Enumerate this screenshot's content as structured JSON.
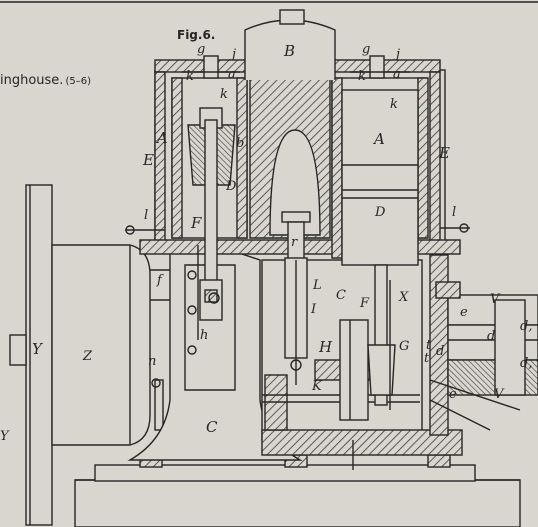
{
  "figure": {
    "label": "Fig.6."
  },
  "caption": {
    "text": "inghouse.",
    "ref": "(5–6)"
  },
  "labels": [
    {
      "id": "g-left",
      "text": "g"
    },
    {
      "id": "j-left",
      "text": "j"
    },
    {
      "id": "B",
      "text": "B"
    },
    {
      "id": "g-right",
      "text": "g"
    },
    {
      "id": "j-right",
      "text": "j"
    },
    {
      "id": "k-left-top",
      "text": "k"
    },
    {
      "id": "a-left",
      "text": "a"
    },
    {
      "id": "k-right-top",
      "text": "k"
    },
    {
      "id": "a-right",
      "text": "a"
    },
    {
      "id": "k-mid",
      "text": "k"
    },
    {
      "id": "k-right",
      "text": "k"
    },
    {
      "id": "A-left",
      "text": "A"
    },
    {
      "id": "b",
      "text": "b"
    },
    {
      "id": "A-right",
      "text": "A"
    },
    {
      "id": "E-left",
      "text": "E"
    },
    {
      "id": "E-right",
      "text": "E"
    },
    {
      "id": "D-left",
      "text": "D"
    },
    {
      "id": "D-right",
      "text": "D"
    },
    {
      "id": "F-left",
      "text": "F"
    },
    {
      "id": "r",
      "text": "r"
    },
    {
      "id": "l-left",
      "text": "l"
    },
    {
      "id": "l-right",
      "text": "l"
    },
    {
      "id": "f",
      "text": "f"
    },
    {
      "id": "L",
      "text": "L"
    },
    {
      "id": "C-mid",
      "text": "C"
    },
    {
      "id": "F-right",
      "text": "F"
    },
    {
      "id": "X",
      "text": "X"
    },
    {
      "id": "V-top",
      "text": "V"
    },
    {
      "id": "I",
      "text": "I"
    },
    {
      "id": "h",
      "text": "h"
    },
    {
      "id": "H",
      "text": "H"
    },
    {
      "id": "G",
      "text": "G"
    },
    {
      "id": "e-top",
      "text": "e"
    },
    {
      "id": "d-right-top",
      "text": "d,"
    },
    {
      "id": "d-mid",
      "text": "d"
    },
    {
      "id": "t-top",
      "text": "t"
    },
    {
      "id": "t-bot",
      "text": "t"
    },
    {
      "id": "d-small",
      "text": "d"
    },
    {
      "id": "d-right-bot",
      "text": "d,"
    },
    {
      "id": "Y-mid",
      "text": "Y"
    },
    {
      "id": "Z",
      "text": "Z"
    },
    {
      "id": "n",
      "text": "n"
    },
    {
      "id": "K",
      "text": "K"
    },
    {
      "id": "e-bot",
      "text": "e"
    },
    {
      "id": "V-bot",
      "text": "V"
    },
    {
      "id": "C-bot",
      "text": "C"
    },
    {
      "id": "Y-edge",
      "text": "Y"
    }
  ],
  "colors": {
    "paper": "#d9d6cf",
    "ink": "#262626",
    "hatch": "#3a3a3a"
  }
}
